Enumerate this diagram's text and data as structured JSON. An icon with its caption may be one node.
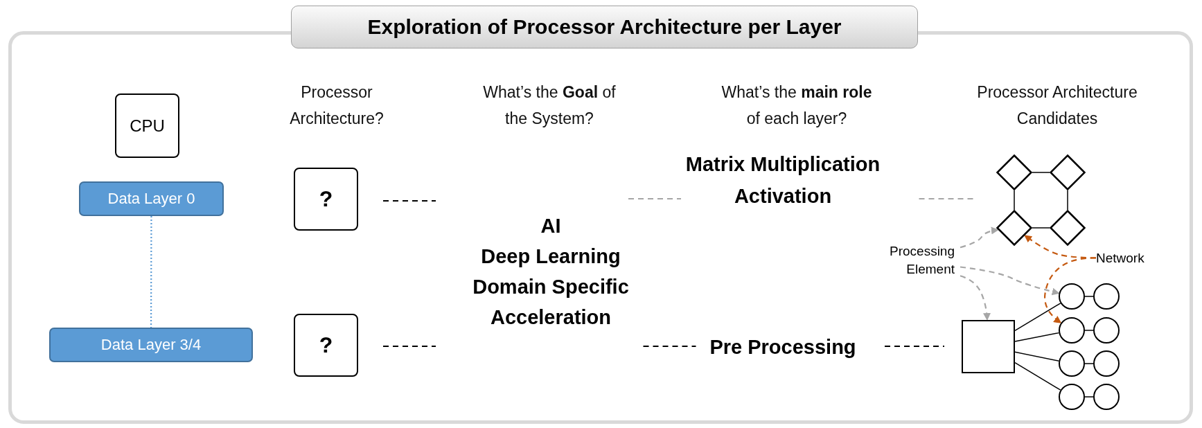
{
  "diagram": {
    "title": "Exploration of Processor Architecture per Layer",
    "nodes": [
      {
        "text": [
          "CPU"
        ]
      },
      {
        "text": [
          "Data Layer 0"
        ]
      },
      {
        "text": [
          "Data Layer 3/4"
        ]
      },
      {
        "text": [
          "?"
        ]
      },
      {
        "text": [
          "?"
        ]
      },
      {
        "text": [
          "AI",
          "Deep Learning",
          "Domain Specific Acceleration"
        ]
      },
      {
        "text": [
          "Matrix Multiplication Activation"
        ]
      },
      {
        "text": [
          "Pre Processing"
        ]
      },
      {
        "text": [],
        "shape": "diamond"
      },
      {
        "text": [],
        "shape": "diamond"
      },
      {
        "text": [],
        "shape": "diamond"
      },
      {
        "text": [],
        "shape": "diamond"
      },
      {
        "text": [
          "Processing Element"
        ]
      },
      {
        "text": [
          "Network"
        ]
      },
      {
        "text": [],
        "shape": "box"
      },
      {
        "text": [],
        "shape": "circle"
      },
      {
        "text": [],
        "shape": "circle"
      },
      {
        "text": [],
        "shape": "circle"
      },
      {
        "text": [],
        "shape": "circle"
      },
      {
        "text": [],
        "shape": "circle"
      },
      {
        "text": [],
        "shape": "circle"
      },
      {
        "text": [],
        "shape": "circle"
      },
      {
        "text": [],
        "shape": "circle"
      }
    ],
    "edges": [
      {
        "from": 1,
        "to": 2,
        "arrow": "none",
        "style": "dashed",
        "color": "#5b9bd5"
      },
      {
        "from": 3,
        "to": 5,
        "arrow": "none",
        "style": "dashed"
      },
      {
        "from": 4,
        "to": 5,
        "arrow": "none",
        "style": "dashed"
      },
      {
        "from": 5,
        "to": 6,
        "arrow": "none",
        "style": "dashed",
        "color": "#a6a6a6"
      },
      {
        "from": 5,
        "to": 7,
        "arrow": "none",
        "style": "dashed"
      },
      {
        "from": 6,
        "to": 8,
        "arrow": "none",
        "style": "dashed",
        "color": "#a6a6a6"
      },
      {
        "from": 7,
        "to": 14,
        "arrow": "none",
        "style": "dashed"
      },
      {
        "from": 8,
        "to": 9,
        "arrow": "none"
      },
      {
        "from": 8,
        "to": 10,
        "arrow": "none"
      },
      {
        "from": 9,
        "to": 11,
        "arrow": "none"
      },
      {
        "from": 10,
        "to": 11,
        "arrow": "none"
      },
      {
        "from": 14,
        "to": 15,
        "arrow": "none"
      },
      {
        "from": 14,
        "to": 17,
        "arrow": "none"
      },
      {
        "from": 14,
        "to": 19,
        "arrow": "none"
      },
      {
        "from": 14,
        "to": 21,
        "arrow": "none"
      },
      {
        "from": 15,
        "to": 16,
        "arrow": "none"
      },
      {
        "from": 17,
        "to": 18,
        "arrow": "none"
      },
      {
        "from": 19,
        "to": 20,
        "arrow": "none"
      },
      {
        "from": 21,
        "to": 22,
        "arrow": "none"
      },
      {
        "from": 12,
        "to": 10,
        "arrow": "to",
        "style": "dashed",
        "color": "#a6a6a6"
      },
      {
        "from": 12,
        "to": 15,
        "arrow": "to",
        "style": "dashed",
        "color": "#a6a6a6"
      },
      {
        "from": 12,
        "to": 14,
        "arrow": "to",
        "style": "dashed",
        "color": "#a6a6a6"
      },
      {
        "from": 13,
        "to": 10,
        "arrow": "to",
        "style": "dashed",
        "color": "#c55a11"
      },
      {
        "from": 13,
        "to": 17,
        "arrow": "to",
        "style": "dashed",
        "color": "#c55a11"
      }
    ],
    "labels": [
      "Processor Architecture?",
      "What’s the **Goal** of the System?",
      "What’s the **main role** of each layer?",
      "Processor Architecture Candidates"
    ]
  }
}
